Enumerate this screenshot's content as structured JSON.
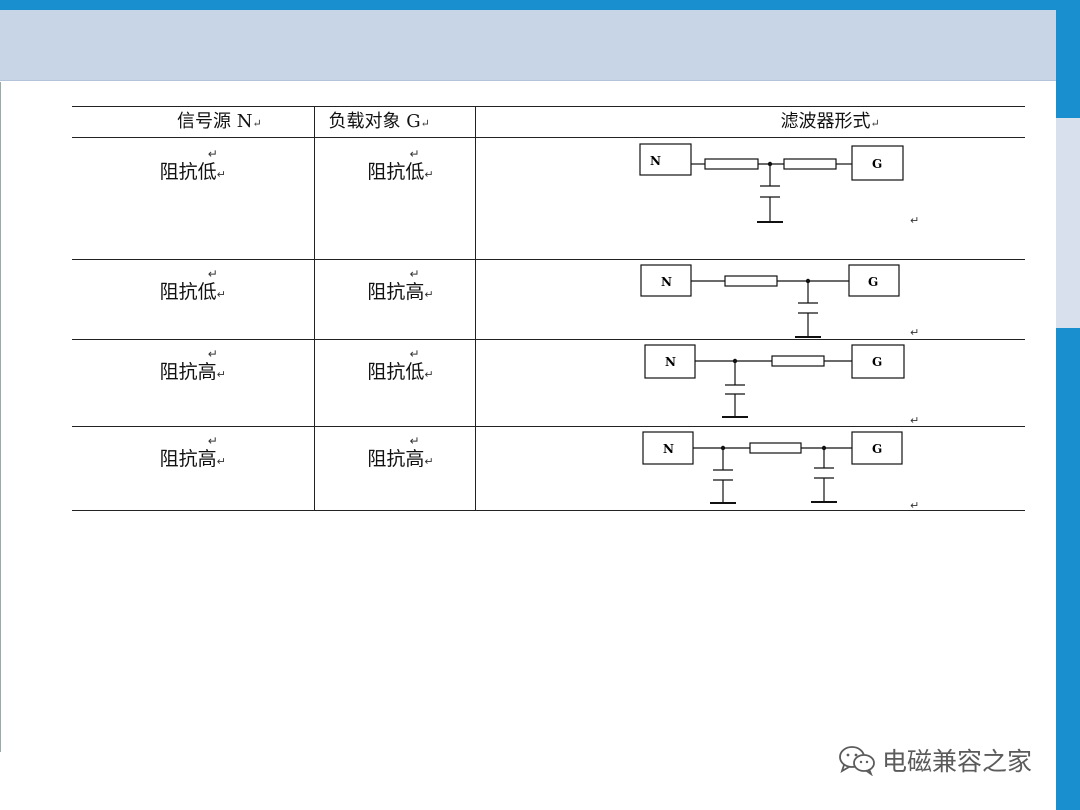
{
  "table": {
    "headers": [
      "信号源 N",
      "负载对象 G",
      "滤波器形式"
    ],
    "rows": [
      {
        "source": "阻抗低",
        "load": "阻抗低",
        "filter": "t-type"
      },
      {
        "source": "阻抗低",
        "load": "阻抗高",
        "filter": "l-type-shunt-load"
      },
      {
        "source": "阻抗高",
        "load": "阻抗低",
        "filter": "l-type-shunt-source"
      },
      {
        "source": "阻抗高",
        "load": "阻抗高",
        "filter": "pi-type"
      }
    ],
    "return_mark": "↵"
  },
  "diagram_labels": {
    "source_box": "N",
    "load_box": "G"
  },
  "watermark": {
    "text": "电磁兼容之家",
    "icon": "wechat-icon"
  },
  "colors": {
    "accent": "#1a8fd0",
    "header_band": "#c8d5e6"
  }
}
